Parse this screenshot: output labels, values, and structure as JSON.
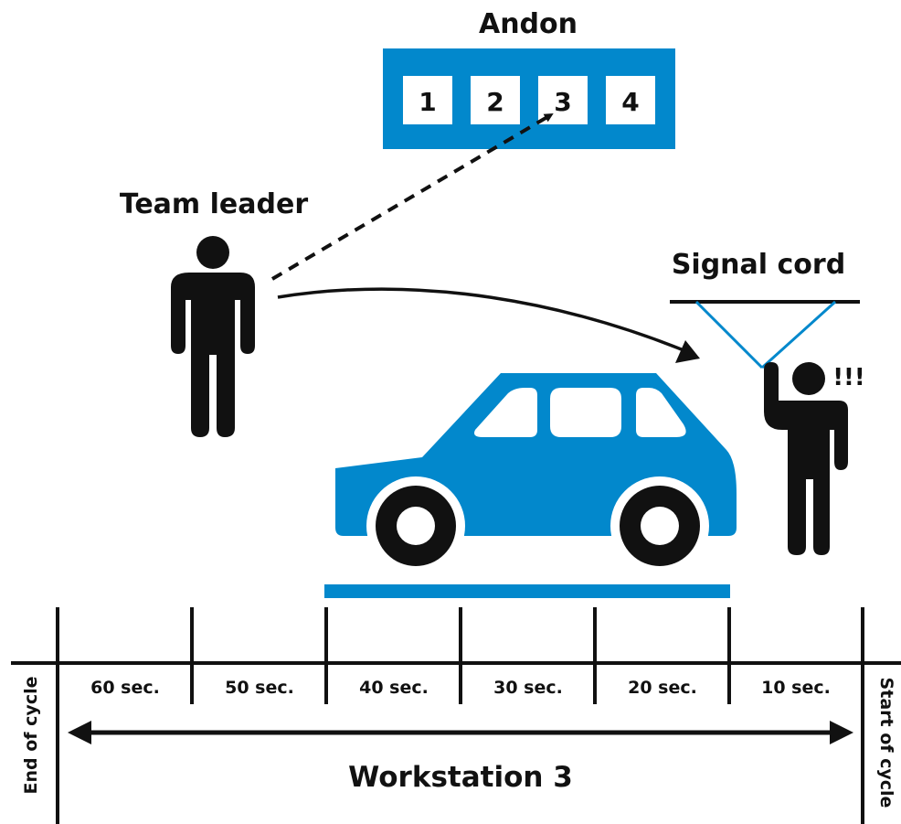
{
  "title": "Andon",
  "andon": {
    "cells": [
      "1",
      "2",
      "3",
      "4"
    ],
    "highlighted_cell": "3"
  },
  "labels": {
    "team_leader": "Team leader",
    "signal_cord": "Signal cord",
    "alert": "!!!",
    "workstation": "Workstation 3",
    "end_of_cycle": "End of cycle",
    "start_of_cycle": "Start of cycle"
  },
  "timeline": {
    "segments": [
      "60 sec.",
      "50 sec.",
      "40 sec.",
      "30 sec.",
      "20 sec.",
      "10 sec."
    ]
  },
  "colors": {
    "accent": "#0288cc",
    "ink": "#111111",
    "background": "#ffffff"
  }
}
